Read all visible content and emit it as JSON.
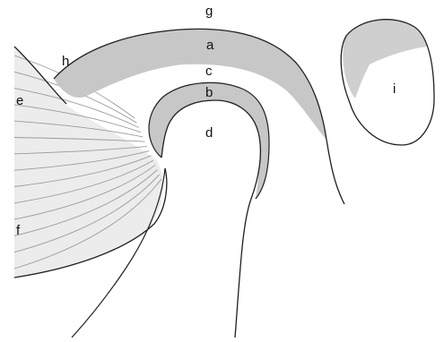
{
  "labels": {
    "g": "g",
    "a": "a",
    "c": "c",
    "b": "b",
    "d": "d",
    "h": "h",
    "e": "e",
    "f": "f",
    "i": "i"
  },
  "colors": {
    "line": "#1f1f1f",
    "shade": "#c7c7c7",
    "muscle_fill": "#ececec",
    "muscle_fiber": "#9a9a9a",
    "background": "#ffffff"
  }
}
